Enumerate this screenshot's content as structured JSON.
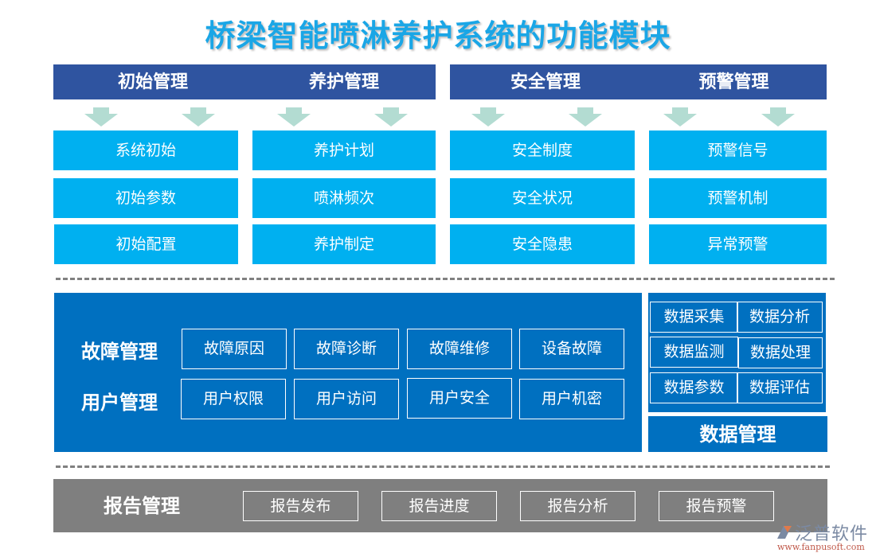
{
  "title": "桥梁智能喷淋养护系统的功能模块",
  "colors": {
    "title": "#1aa6e6",
    "header_bar": "#2f54a0",
    "cell": "#00b0f0",
    "arrow": "#b3dcd2",
    "mid_panel": "#0070c0",
    "report_bar": "#7f7f7f",
    "divider": "#808080"
  },
  "top_modules": [
    {
      "label": "初始管理",
      "items": [
        "系统初始",
        "初始参数",
        "初始配置"
      ]
    },
    {
      "label": "养护管理",
      "items": [
        "养护计划",
        "喷淋频次",
        "养护制定"
      ]
    },
    {
      "label": "安全管理",
      "items": [
        "安全制度",
        "安全状况",
        "安全隐患"
      ]
    },
    {
      "label": "预警管理",
      "items": [
        "预警信号",
        "预警机制",
        "异常预警"
      ]
    }
  ],
  "middle": {
    "fault": {
      "label": "故障管理",
      "items": [
        "故障原因",
        "故障诊断",
        "故障维修",
        "设备故障"
      ]
    },
    "user": {
      "label": "用户管理",
      "items": [
        "用户权限",
        "用户访问",
        "用户安全",
        "用户机密"
      ]
    }
  },
  "data_mgmt": {
    "label": "数据管理",
    "items": [
      "数据采集",
      "数据分析",
      "数据监测",
      "数据处理",
      "数据参数",
      "数据评估"
    ]
  },
  "report": {
    "label": "报告管理",
    "items": [
      "报告发布",
      "报告进度",
      "报告分析",
      "报告预警"
    ]
  },
  "logo": {
    "name": "泛普软件",
    "url": "www.fanpusoft.com"
  }
}
